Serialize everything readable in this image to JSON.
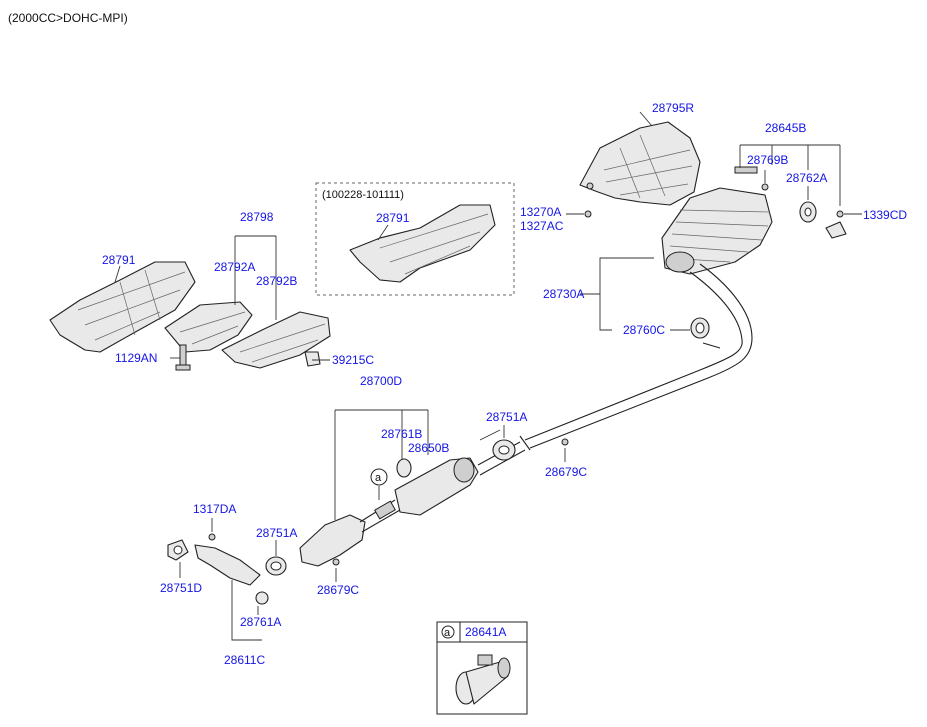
{
  "header": {
    "engine": "(2000CC>DOHC-MPI)"
  },
  "variant_box": {
    "range": "(100228-101111)",
    "part": "28791"
  },
  "callout": {
    "symbol": "a",
    "part": "28641A"
  },
  "parts": {
    "p28795R": "28795R",
    "p28645B": "28645B",
    "p28769B": "28769B",
    "p28762A": "28762A",
    "p1339CD": "1339CD",
    "p13270A": "13270A",
    "p1327AC": "1327AC",
    "p28798": "28798",
    "p28791": "28791",
    "p28792A": "28792A",
    "p28792B": "28792B",
    "p28730A": "28730A",
    "p28760C": "28760C",
    "p1129AN": "1129AN",
    "p39215C": "39215C",
    "p28700D": "28700D",
    "p28761B": "28761B",
    "p28650B": "28650B",
    "p28751A_top": "28751A",
    "p28679C_right": "28679C",
    "p1317DA": "1317DA",
    "p28751A_low": "28751A",
    "p28751D": "28751D",
    "p28679C_low": "28679C",
    "p28761A": "28761A",
    "p28611C": "28611C"
  }
}
